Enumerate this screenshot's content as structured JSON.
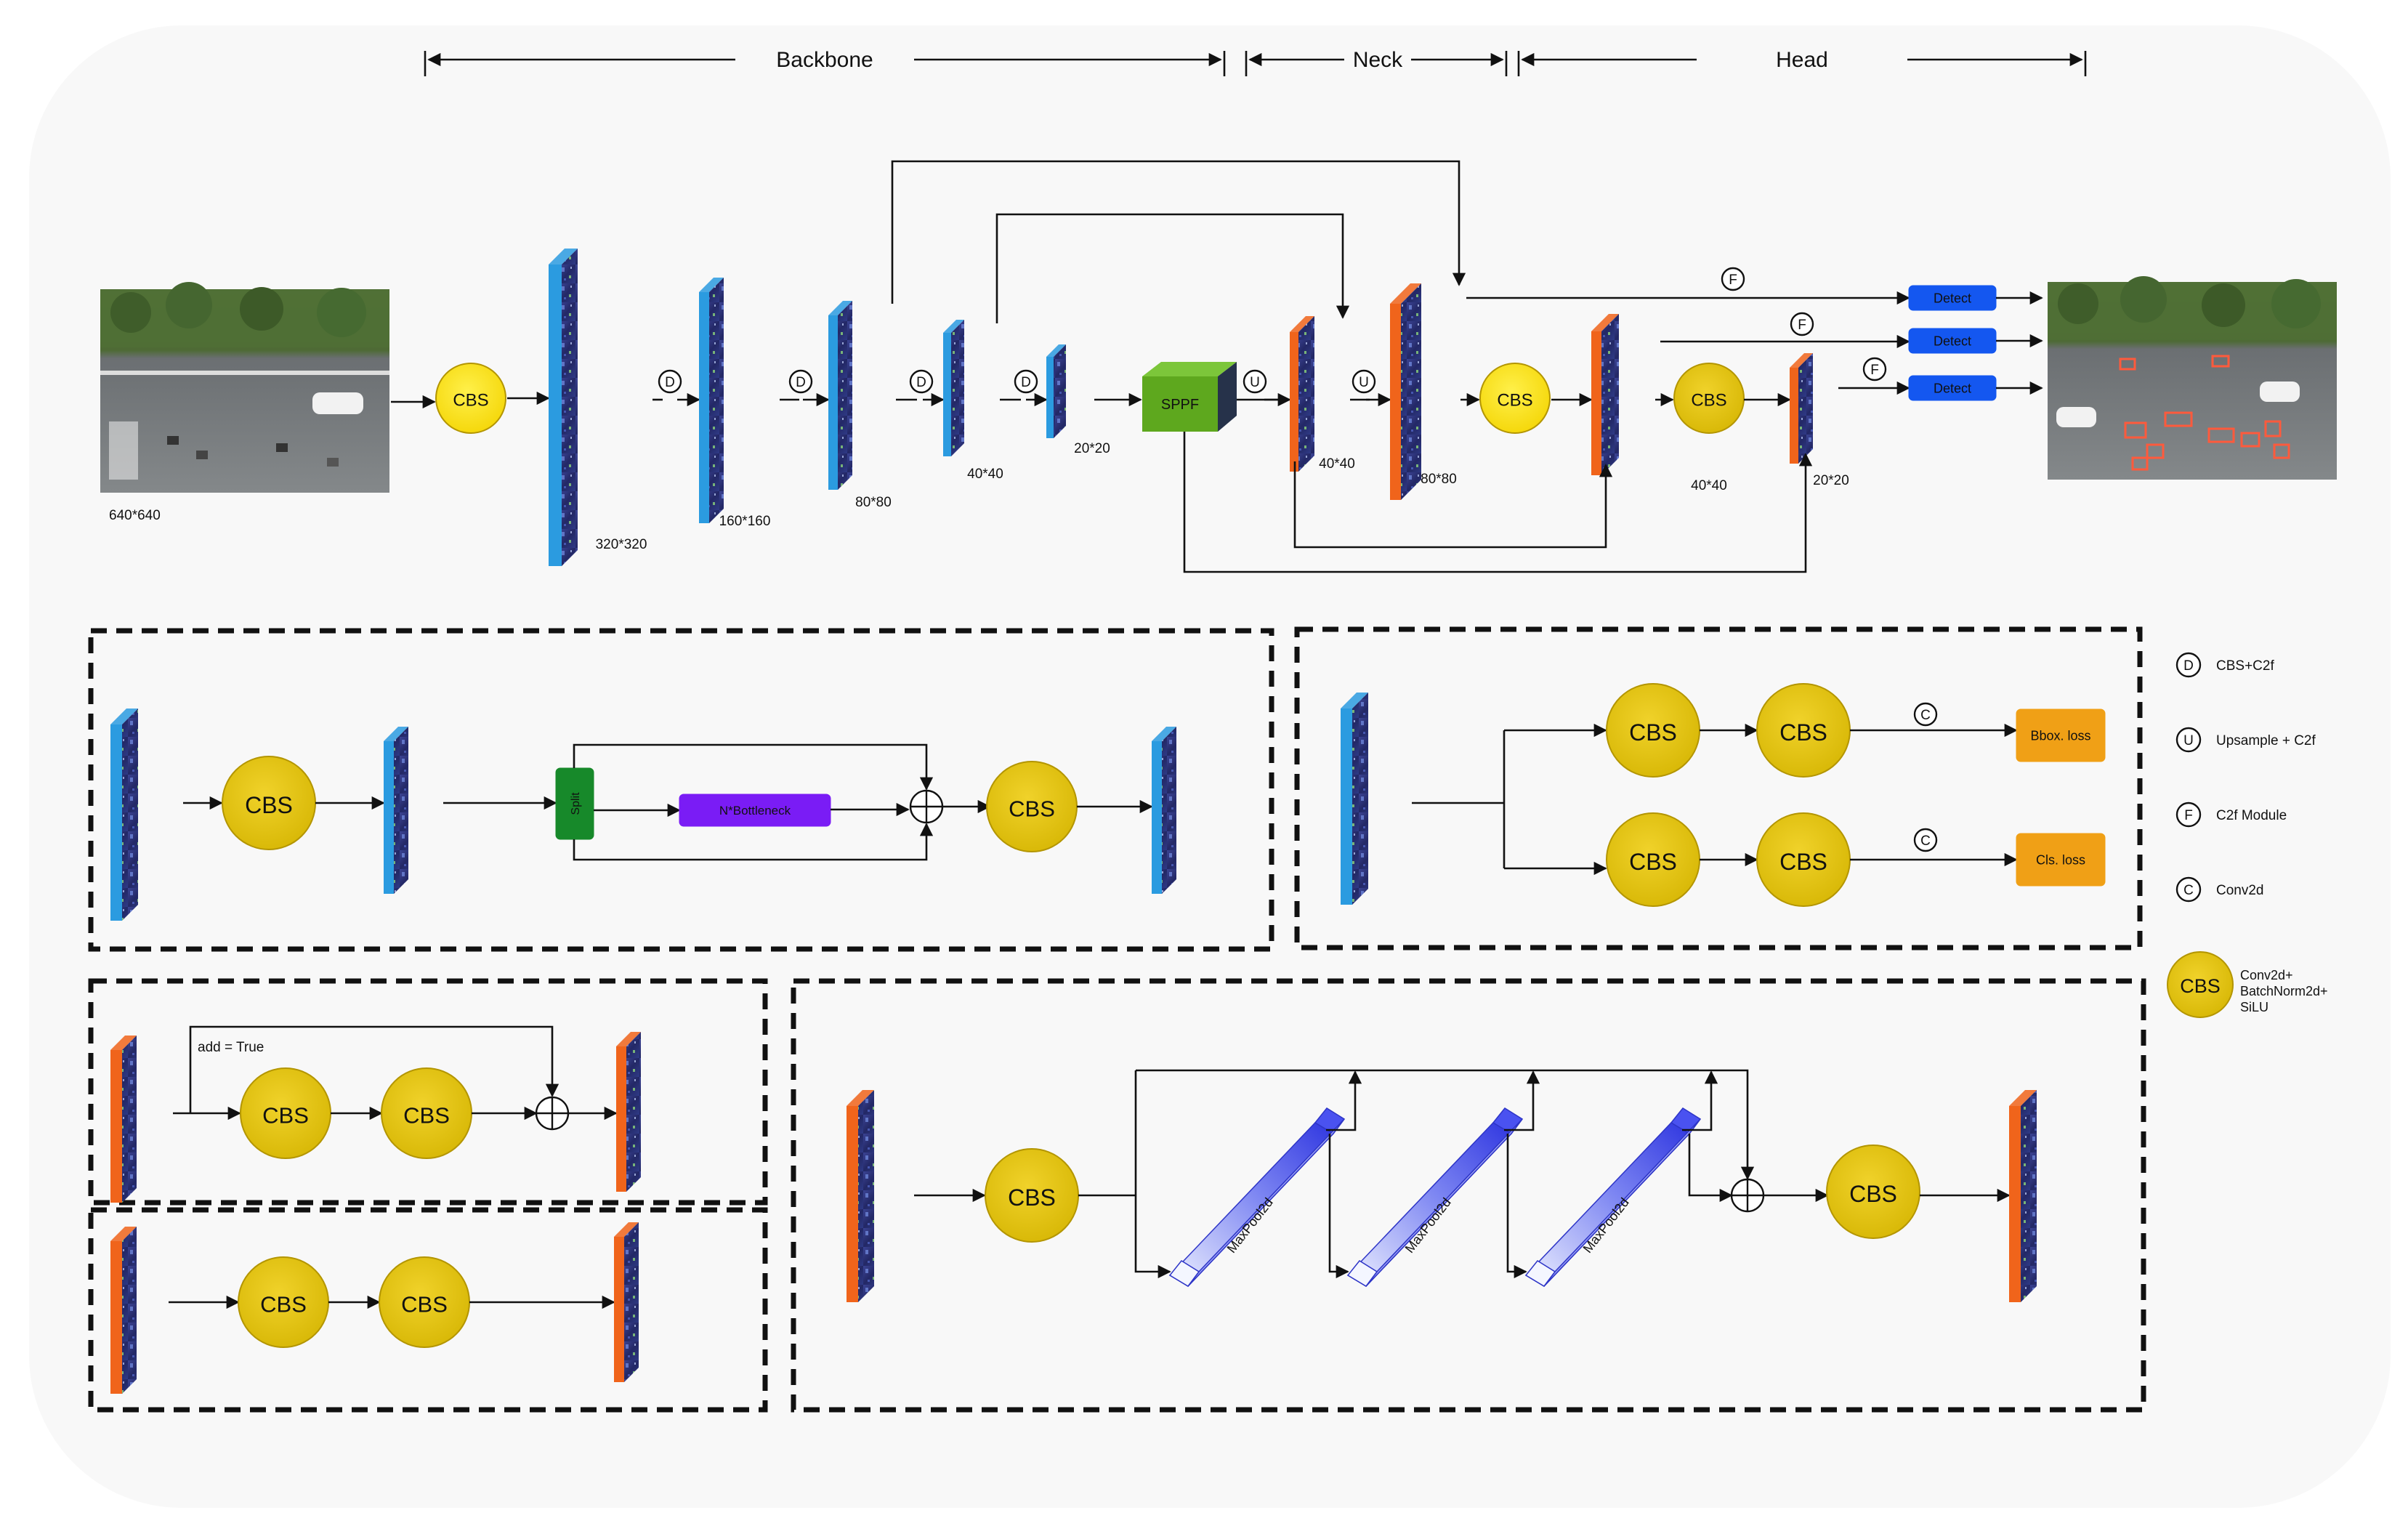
{
  "sections": {
    "backbone": "Backbone",
    "neck": "Neck",
    "head": "Head"
  },
  "sizes": {
    "input": "640*640",
    "s320": "320*320",
    "s160": "160*160",
    "s80": "80*80",
    "s40": "40*40",
    "s20": "20*20",
    "n40": "40*40",
    "n80": "80*80",
    "h40": "40*40",
    "h20": "20*20"
  },
  "ops": {
    "d": "D",
    "u": "U",
    "f": "F",
    "c": "C"
  },
  "blocks": {
    "cbs": "CBS",
    "sppf": "SPPF",
    "detect": "Detect",
    "split": "Split",
    "bottleneck": "N*Bottleneck",
    "bbox_loss": "Bbox. loss",
    "cls_loss": "Cls. loss",
    "maxpool": "MaxPool2d",
    "add_true": "add = True"
  },
  "legend": {
    "d": {
      "sym": "D",
      "text": "CBS+C2f"
    },
    "u": {
      "sym": "U",
      "text": "Upsample + C2f"
    },
    "f": {
      "sym": "F",
      "text": "C2f Module"
    },
    "c": {
      "sym": "C",
      "text": "Conv2d"
    },
    "cbs": {
      "sym": "CBS",
      "lines": [
        "Conv2d+",
        "BatchNorm2d+",
        "SiLU"
      ]
    }
  },
  "colors": {
    "cbs_fill": "#e2c50a",
    "cbs_fill_bright": "#f7df1e",
    "cbs_stroke": "#b39500",
    "blue_edge": "#2b9be0",
    "orange_edge": "#f0641b",
    "feature_dark": "#252a6e",
    "sppf": "#5ea81e",
    "detect": "#1457f0",
    "split": "#17892a",
    "bottleneck": "#7a1cf5",
    "loss": "#f0a016",
    "maxpool": "#3d45e8"
  }
}
